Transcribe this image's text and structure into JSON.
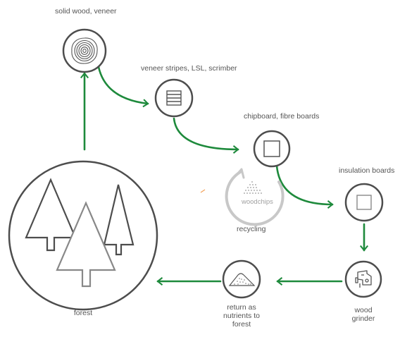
{
  "labels": {
    "solid_wood": "solid wood, veneer",
    "veneer_stripes": "veneer stripes, LSL, scrimber",
    "chipboard": "chipboard, fibre boards",
    "insulation": "insulation boards",
    "woodchips": "woodchips",
    "recycling": "recycling",
    "forest": "forest",
    "return_line1": "return as",
    "return_line2": "nutrients to",
    "return_line3": "forest",
    "grinder_line1": "wood",
    "grinder_line2": "grinder"
  },
  "colors": {
    "arrow": "#1e8a3c",
    "circle_stroke": "#4d4d4d",
    "icon_stroke": "#555555",
    "recycling_ring": "#c8c8c8",
    "label_text": "#555555",
    "accent_tick": "#f3a25a"
  },
  "icons": {
    "solid_wood": "tree-rings-icon",
    "veneer_stripes": "layered-stripes-icon",
    "chipboard": "square-board-icon",
    "insulation": "square-board-light-icon",
    "grinder": "meat-grinder-icon",
    "nutrients": "soil-pile-icon",
    "forest": "trees-icon",
    "woodchips": "chips-pile-icon"
  }
}
